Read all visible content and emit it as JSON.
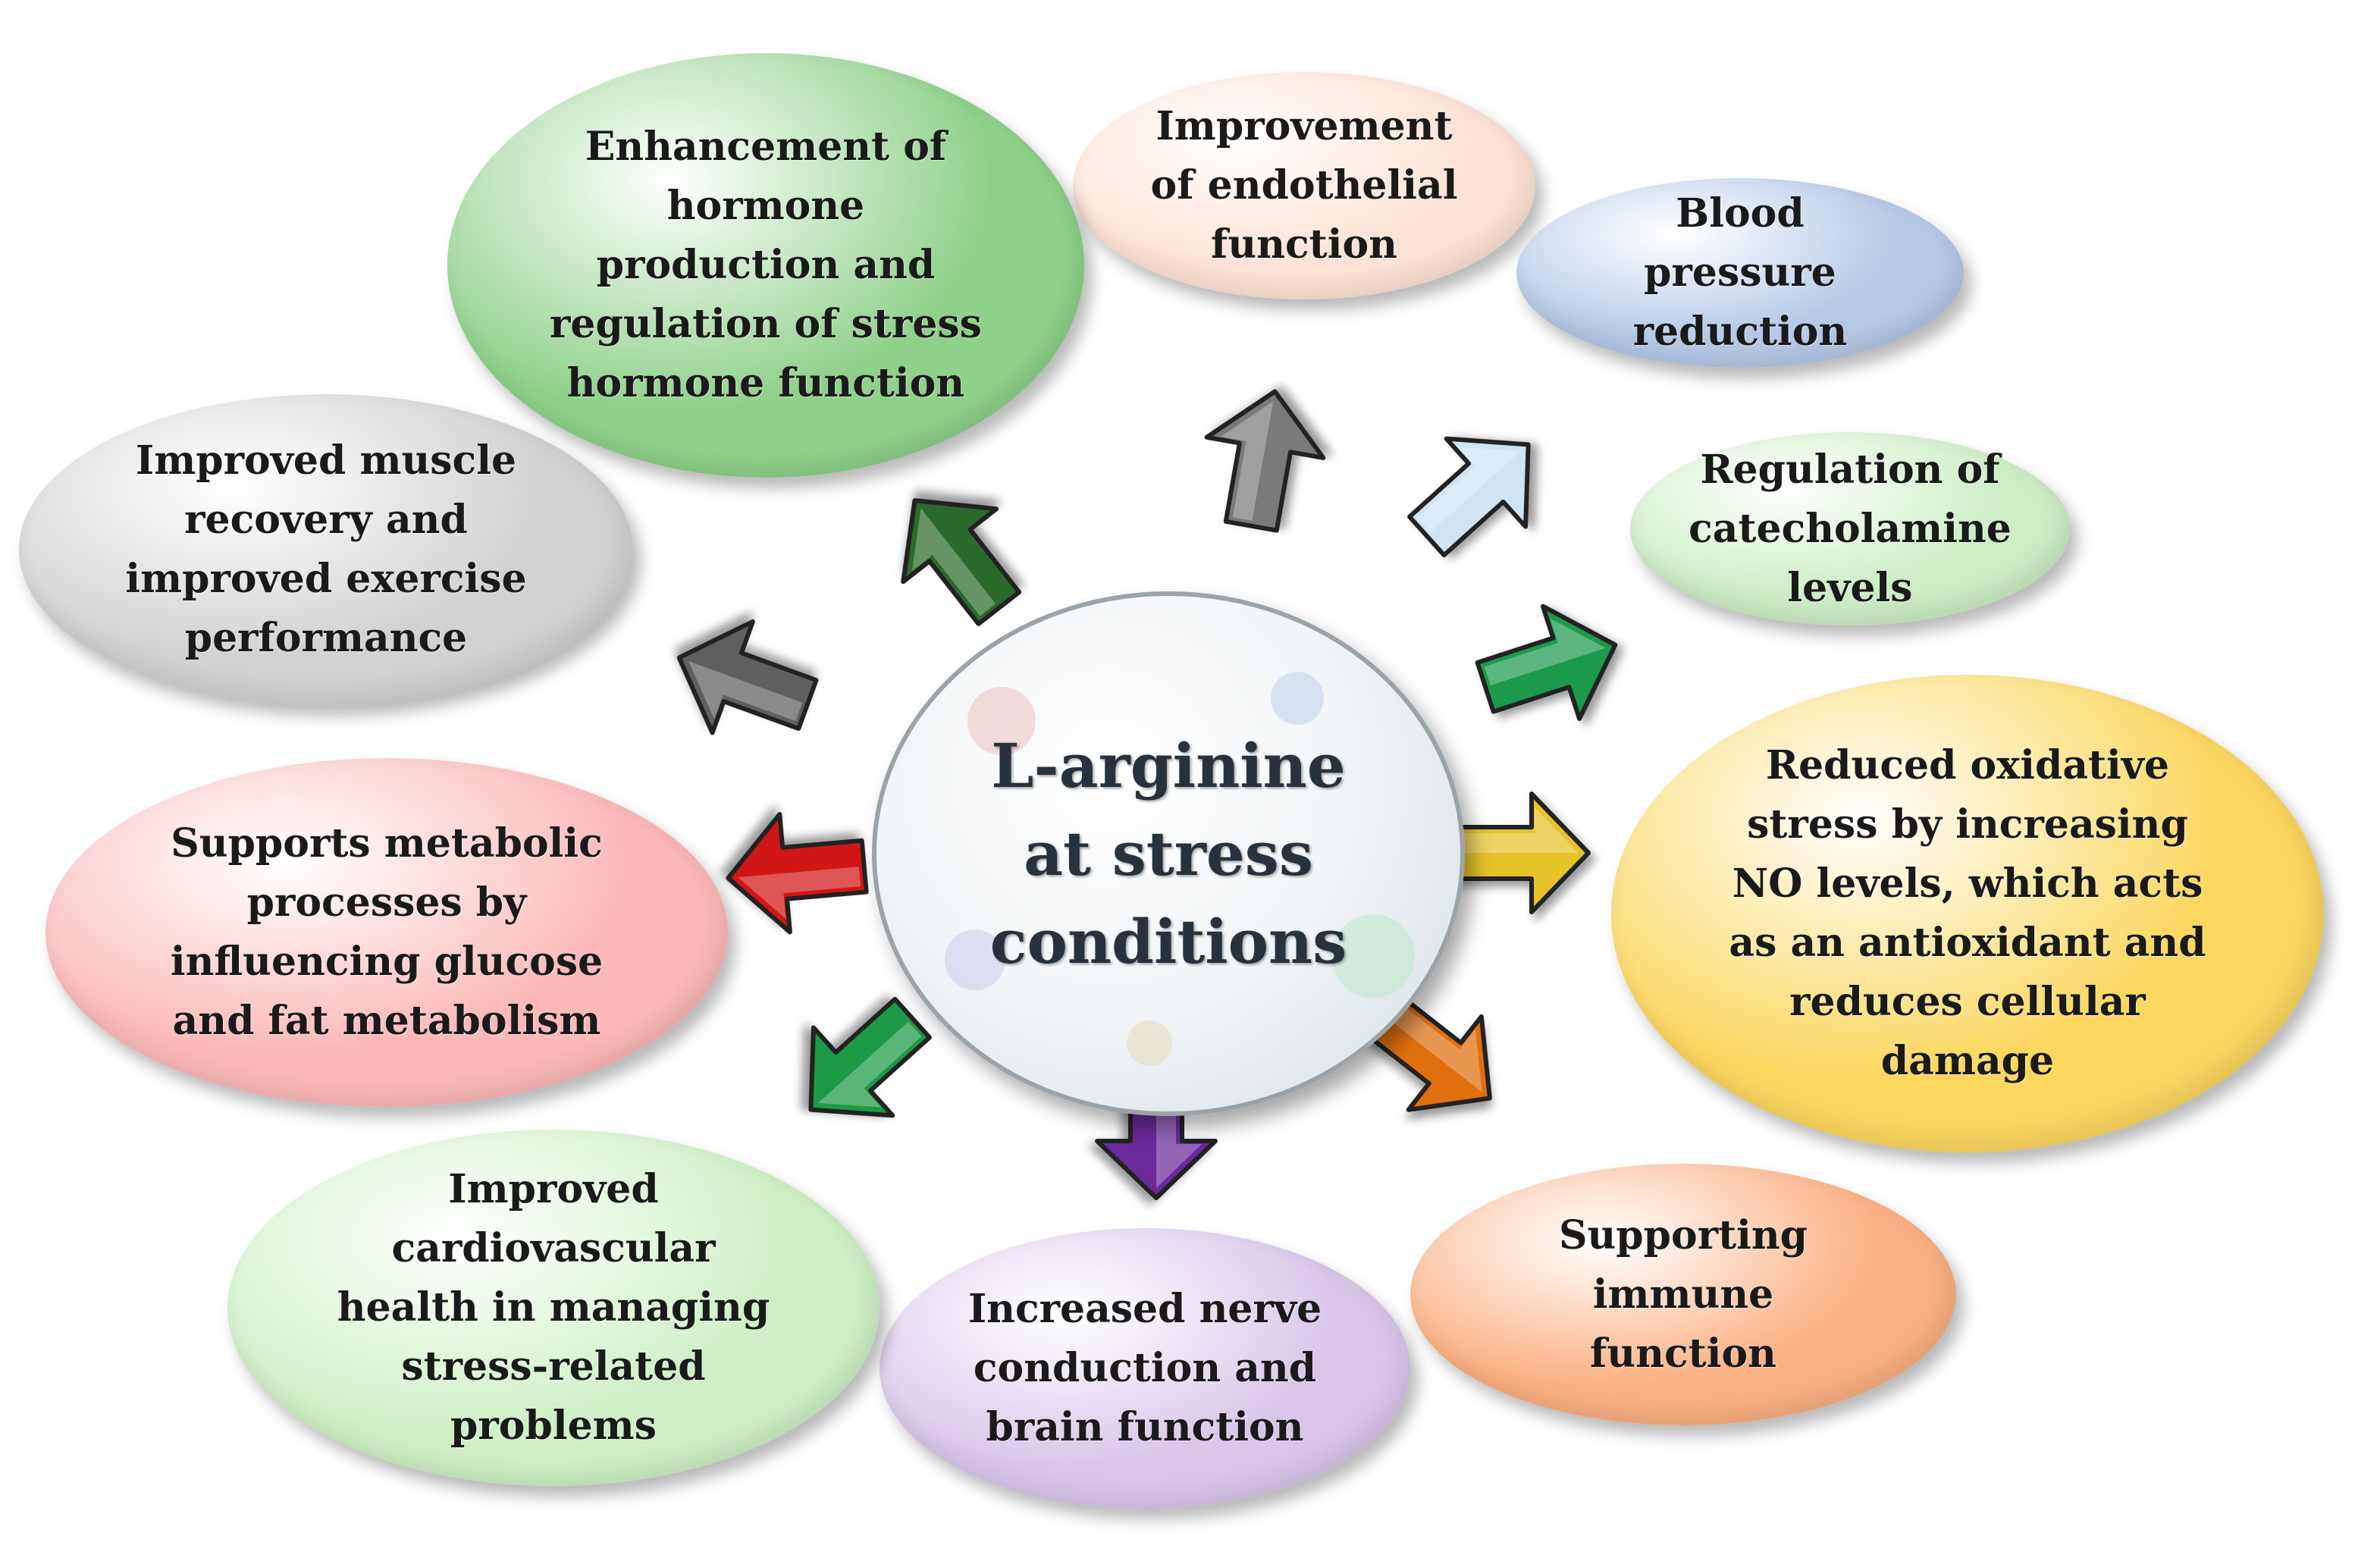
{
  "center": {
    "label": "L-arginine\nat stress\nconditions"
  },
  "effects": [
    {
      "id": "endothelial",
      "text": "Improvement\nof endothelial\nfunction",
      "color": "#fde3d6"
    },
    {
      "id": "blood-pressure",
      "text": "Blood\npressure\nreduction",
      "color": "#b6c9e6"
    },
    {
      "id": "catecholamine",
      "text": "Regulation of\ncatecholamine\nlevels",
      "color": "#cdeec5"
    },
    {
      "id": "oxidative-stress",
      "text": "Reduced oxidative\nstress by increasing\nNO levels, which acts\nas an antioxidant and\nreduces cellular\ndamage",
      "color": "#fbd760"
    },
    {
      "id": "immune",
      "text": "Supporting\nimmune\nfunction",
      "color": "#fbb184"
    },
    {
      "id": "nerve",
      "text": "Increased nerve\nconduction and\nbrain function",
      "color": "#d9c7e9"
    },
    {
      "id": "cardiovascular",
      "text": "Improved\ncardiovascular\nhealth in managing\nstress-related\nproblems",
      "color": "#cff0c6"
    },
    {
      "id": "metabolic",
      "text": "Supports metabolic\nprocesses by\ninfluencing glucose\nand fat metabolism",
      "color": "#fbb9b9"
    },
    {
      "id": "muscle",
      "text": "Improved muscle\nrecovery and\nimproved exercise\nperformance",
      "color": "#d2d2d2"
    },
    {
      "id": "hormone",
      "text": "Enhancement of\nhormone\nproduction and\nregulation of stress\nhormone function",
      "color": "#8fd18a"
    }
  ],
  "arrows": [
    {
      "target": "endothelial",
      "color": "#7a7a7a"
    },
    {
      "target": "blood-pressure",
      "color": "#cfe3f3"
    },
    {
      "target": "catecholamine",
      "color": "#1d9a4c"
    },
    {
      "target": "oxidative-stress",
      "color": "#e7c32b"
    },
    {
      "target": "immune",
      "color": "#e0700f"
    },
    {
      "target": "nerve",
      "color": "#6b2a9a"
    },
    {
      "target": "cardiovascular",
      "color": "#1b9a45"
    },
    {
      "target": "metabolic",
      "color": "#d11616"
    },
    {
      "target": "muscle",
      "color": "#5f5f5f"
    },
    {
      "target": "hormone",
      "color": "#2b6b2a"
    }
  ]
}
